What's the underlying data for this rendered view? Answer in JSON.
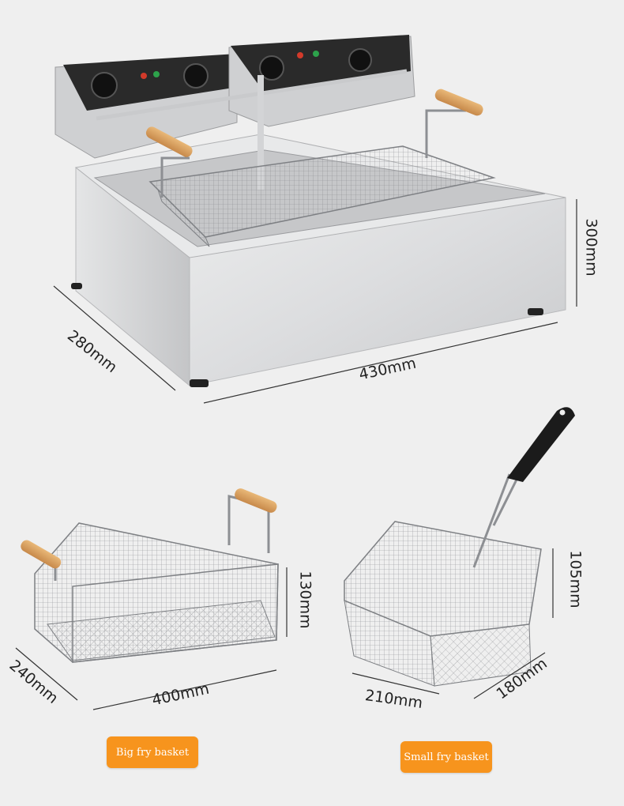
{
  "dimensions": {
    "fryer_height": "300mm",
    "fryer_depth": "280mm",
    "fryer_width": "430mm",
    "big_basket_height": "130mm",
    "big_basket_depth": "240mm",
    "big_basket_width": "400mm",
    "small_basket_height": "105mm",
    "small_basket_depth": "210mm",
    "small_basket_width": "180mm"
  },
  "labels": {
    "big_basket": "Big fry basket",
    "small_basket": "Small fry basket"
  },
  "colors": {
    "background": "#efefef",
    "steel": "#d9dadc",
    "steel_dark": "#a9abae",
    "label_orange": "#f7941d",
    "wood": "#d9a15f",
    "handle_black": "#1b1b1b"
  }
}
